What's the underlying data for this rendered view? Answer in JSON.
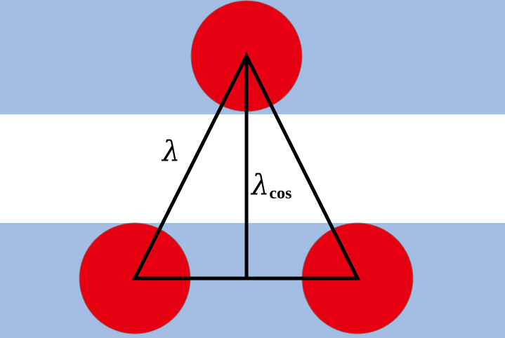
{
  "colors": {
    "band_blue": "#a3bde3",
    "band_white": "#ffffff",
    "circle_fill": "#e60012",
    "circle_stroke": "#8a6a6a",
    "line": "#000000"
  },
  "labels": {
    "side": "λ",
    "height_main": "λ",
    "height_sub": "cos"
  }
}
